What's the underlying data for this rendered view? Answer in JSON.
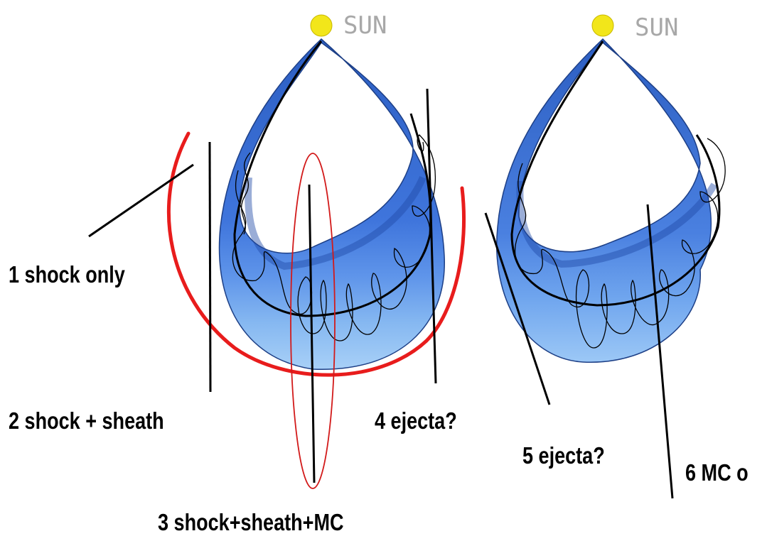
{
  "diagram": {
    "sun_label": "SUN",
    "labels": {
      "case1": "1 shock only",
      "case2": "2 shock + sheath",
      "case3": "3 shock+sheath+MC",
      "case4": "4 ejecta?",
      "case5": "5 ejecta?",
      "case6": "6  MC o"
    },
    "colors": {
      "sun": "#f2e61a",
      "shock_front": "#e81c1c",
      "band_outer": "#a7cdf2",
      "band_mid": "#5b8fe6",
      "band_inner": "#2d5fc4",
      "band_stroke": "#1d3f86",
      "trajectory": "#000000",
      "highlight_ellipse": "#d21a1a"
    }
  }
}
